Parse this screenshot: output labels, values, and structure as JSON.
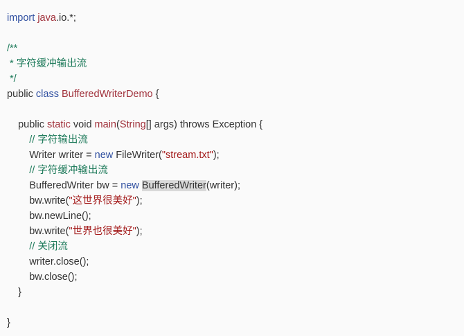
{
  "code_block": {
    "language": "java",
    "lines": [
      [
        {
          "t": "import",
          "c": "kw"
        },
        {
          "t": " "
        },
        {
          "t": "java",
          "c": "ty"
        },
        {
          "t": ".io.*;"
        }
      ],
      [],
      [
        {
          "t": "/**",
          "c": "cm"
        }
      ],
      [
        {
          "t": " * 字符缓冲输出流",
          "c": "cm"
        }
      ],
      [
        {
          "t": " */",
          "c": "cm"
        }
      ],
      [
        {
          "t": "public "
        },
        {
          "t": "class",
          "c": "kw"
        },
        {
          "t": " "
        },
        {
          "t": "BufferedWriterDemo",
          "c": "ty"
        },
        {
          "t": " {"
        }
      ],
      [],
      [
        {
          "t": "    public "
        },
        {
          "t": "static",
          "c": "ty"
        },
        {
          "t": " void "
        },
        {
          "t": "main",
          "c": "ty"
        },
        {
          "t": "("
        },
        {
          "t": "String",
          "c": "ty"
        },
        {
          "t": "[] args) throws Exception {"
        }
      ],
      [
        {
          "t": "        "
        },
        {
          "t": "// 字符输出流",
          "c": "cm"
        }
      ],
      [
        {
          "t": "        Writer writer = "
        },
        {
          "t": "new",
          "c": "kw"
        },
        {
          "t": " FileWriter("
        },
        {
          "t": "\"stream.txt\"",
          "c": "st"
        },
        {
          "t": ");"
        }
      ],
      [
        {
          "t": "        "
        },
        {
          "t": "// 字符缓冲输出流",
          "c": "cm"
        }
      ],
      [
        {
          "t": "        BufferedWriter bw = "
        },
        {
          "t": "new",
          "c": "kw"
        },
        {
          "t": " "
        },
        {
          "t": "BufferedWriter",
          "c": "hl"
        },
        {
          "t": "(writer);"
        }
      ],
      [
        {
          "t": "        bw.write("
        },
        {
          "t": "\"这世界很美好\"",
          "c": "st"
        },
        {
          "t": ");"
        }
      ],
      [
        {
          "t": "        bw.newLine();"
        }
      ],
      [
        {
          "t": "        bw.write("
        },
        {
          "t": "\"世界也很美好\"",
          "c": "st"
        },
        {
          "t": ");"
        }
      ],
      [
        {
          "t": "        "
        },
        {
          "t": "// 关闭流",
          "c": "cm"
        }
      ],
      [
        {
          "t": "        writer.close();"
        }
      ],
      [
        {
          "t": "        bw.close();"
        }
      ],
      [
        {
          "t": "    }"
        }
      ],
      [],
      [
        {
          "t": "}"
        }
      ]
    ]
  },
  "colors": {
    "background": "#fafafa",
    "text": "#333333",
    "keyword": "#2f4fa0",
    "type": "#a0303a",
    "comment": "#1d7a5a",
    "string": "#a31a1a",
    "highlight": "#d9d9d9"
  }
}
